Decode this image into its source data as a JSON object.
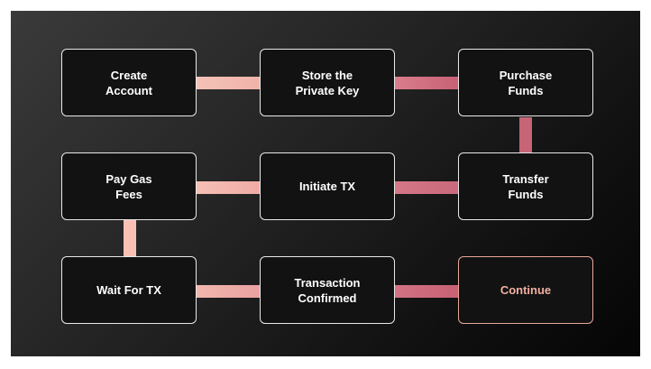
{
  "diagram": {
    "nodes": {
      "create_account": "Create\nAccount",
      "store_private_key": "Store the\nPrivate Key",
      "purchase_funds": "Purchase\nFunds",
      "pay_gas_fees": "Pay Gas\nFees",
      "initiate_tx": "Initiate TX",
      "transfer_funds": "Transfer\nFunds",
      "wait_for_tx": "Wait For TX",
      "transaction_confirmed": "Transaction\nConfirmed",
      "continue": "Continue"
    },
    "colors": {
      "connector_light": "#f6bdb3",
      "connector_dark": "#c96577",
      "node_fill": "#121212",
      "node_border": "#e9e9e9",
      "continue_accent": "#f2b0a1"
    }
  }
}
